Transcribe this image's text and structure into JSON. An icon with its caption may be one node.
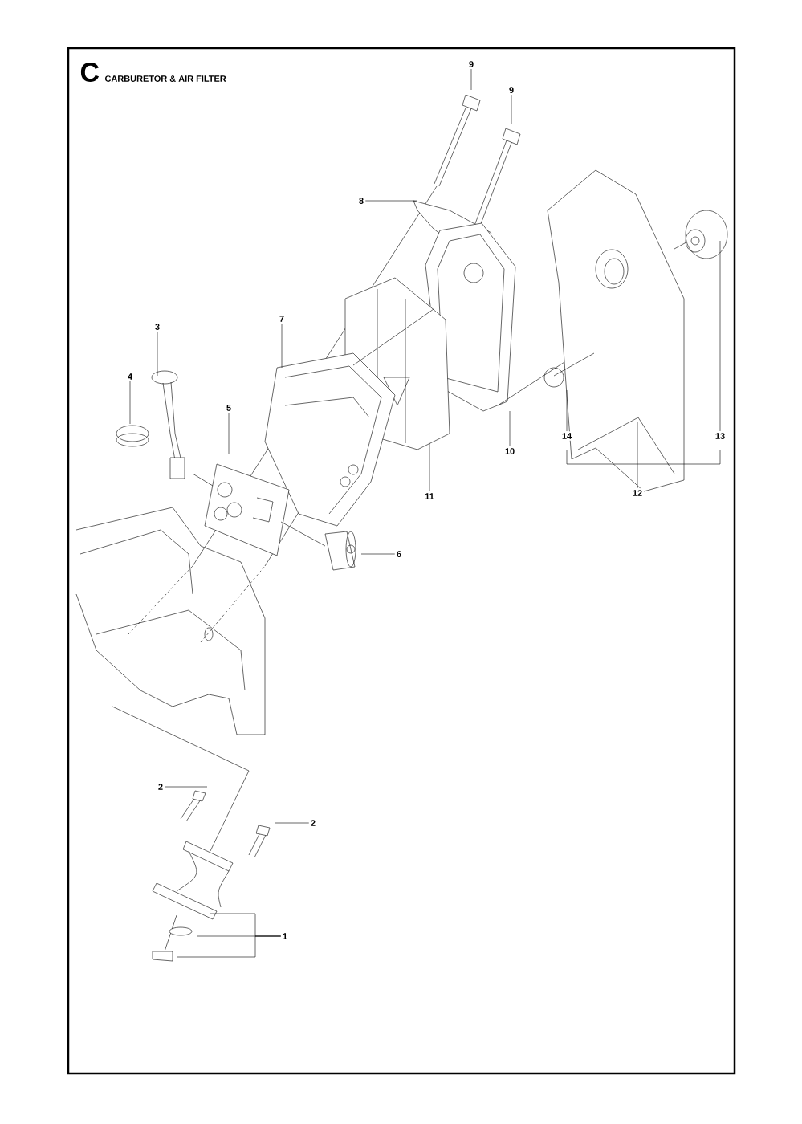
{
  "diagram": {
    "title": "CARBURETOR & AIR FILTER",
    "nodes": [
      {
        "text": [
          "9"
        ]
      },
      {
        "text": [
          "9"
        ]
      },
      {
        "text": [
          "8"
        ]
      },
      {
        "text": [
          "7"
        ]
      },
      {
        "text": [
          "3"
        ]
      },
      {
        "text": [
          "4"
        ]
      },
      {
        "text": [
          "5"
        ]
      },
      {
        "text": [
          "14"
        ]
      },
      {
        "text": [
          "13"
        ]
      },
      {
        "text": [
          "10"
        ]
      },
      {
        "text": [
          "11"
        ]
      },
      {
        "text": [
          "12"
        ]
      },
      {
        "text": [
          "6"
        ]
      },
      {
        "text": [
          "2"
        ]
      },
      {
        "text": [
          "2"
        ]
      },
      {
        "text": [
          "1"
        ]
      }
    ],
    "edges": [
      {
        "from": 0,
        "to": null,
        "arrow": "none"
      },
      {
        "from": 1,
        "to": null,
        "arrow": "none"
      },
      {
        "from": 2,
        "to": null,
        "arrow": "none"
      },
      {
        "from": 3,
        "to": null,
        "arrow": "none"
      },
      {
        "from": 4,
        "to": null,
        "arrow": "none"
      },
      {
        "from": 5,
        "to": null,
        "arrow": "none"
      },
      {
        "from": 6,
        "to": null,
        "arrow": "none"
      },
      {
        "from": 7,
        "to": null,
        "arrow": "none"
      },
      {
        "from": 8,
        "to": null,
        "arrow": "none"
      },
      {
        "from": 9,
        "to": null,
        "arrow": "none"
      },
      {
        "from": 10,
        "to": null,
        "arrow": "none"
      },
      {
        "from": 11,
        "to": null,
        "arrow": "none"
      },
      {
        "from": 12,
        "to": null,
        "arrow": "none"
      },
      {
        "from": 13,
        "to": null,
        "arrow": "none"
      },
      {
        "from": 14,
        "to": null,
        "arrow": "none"
      },
      {
        "from": 15,
        "to": null,
        "arrow": "none"
      },
      {
        "from": 15,
        "to": null,
        "arrow": "none"
      },
      {
        "from": 15,
        "to": null,
        "arrow": "none"
      }
    ],
    "labels": [
      "C"
    ]
  }
}
